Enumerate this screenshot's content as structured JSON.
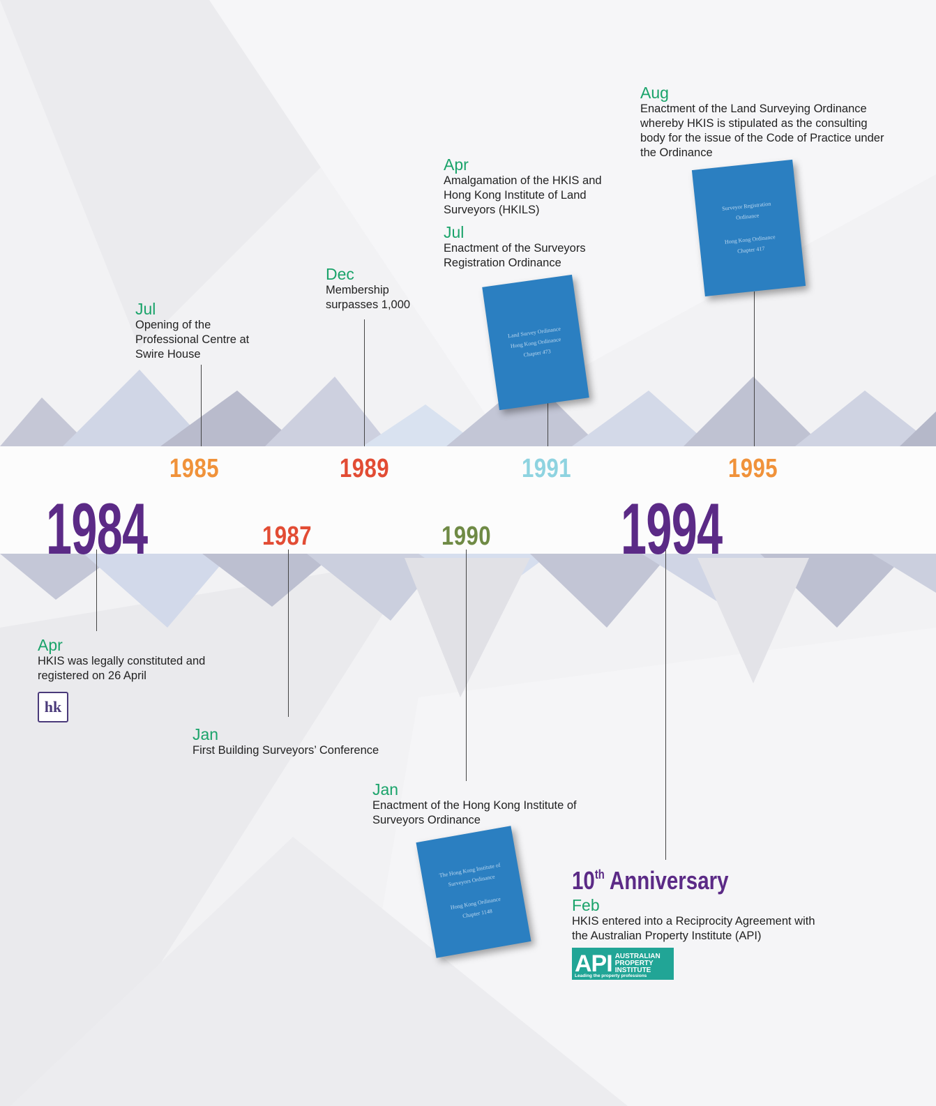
{
  "colors": {
    "purple": "#5b2a86",
    "orange": "#f0923a",
    "red": "#e24c34",
    "lightblue": "#8ed3e0",
    "olive": "#6f8a45",
    "green_month": "#1aa36a",
    "book_blue": "#2b7fc1"
  },
  "years": {
    "y1984": "1984",
    "y1985": "1985",
    "y1987": "1987",
    "y1989": "1989",
    "y1990": "1990",
    "y1991": "1991",
    "y1994": "1994",
    "y1995": "1995"
  },
  "events": {
    "e1984_apr": {
      "month": "Apr",
      "text": "HKIS was legally constituted and registered on 26 April"
    },
    "e1985_jul": {
      "month": "Jul",
      "text": "Opening of the Professional Centre at Swire House"
    },
    "e1987_jan": {
      "month": "Jan",
      "text": "First Building Surveyors’ Conference"
    },
    "e1989_dec": {
      "month": "Dec",
      "text": "Membership surpasses 1,000"
    },
    "e1990_jan": {
      "month": "Jan",
      "text": "Enactment of the Hong Kong Institute of Surveyors Ordinance"
    },
    "e1991_apr": {
      "month": "Apr",
      "text": "Amalgamation of the HKIS and Hong Kong Institute of Land Surveyors (HKILS)"
    },
    "e1991_jul": {
      "month": "Jul",
      "text": "Enactment of the Surveyors Registration Ordinance"
    },
    "e1994_feb": {
      "month": "Feb",
      "text": "HKIS entered into a Reciprocity Agreement with the Australian Property Institute (API)"
    },
    "e1995_aug": {
      "month": "Aug",
      "text": "Enactment of the Land Surveying Ordinance whereby HKIS is stipulated as the consulting body for the issue of the Code of Practice under the Ordinance"
    }
  },
  "anniversary": {
    "num": "10",
    "sup": "th",
    "label": "Anniversary"
  },
  "books": {
    "b1990": {
      "l1": "The Hong Kong Institute of",
      "l2": "Surveyors Ordinance",
      "l3": "Hong Kong Ordinance",
      "l4": "Chapter 1148"
    },
    "b1991": {
      "l1": "Land Survey Ordinance",
      "l2": "Hong Kong Ordinance",
      "l3": "Chapter 473"
    },
    "b1995": {
      "l1": "Surveyor Registration",
      "l2": "Ordinance",
      "l3": "Hong Kong Ordinance",
      "l4": "Chapter 417"
    }
  },
  "logos": {
    "hkis": "hk",
    "api_main": "API",
    "api_side1": "AUSTRALIAN",
    "api_side2": "PROPERTY",
    "api_side3": "INSTITUTE",
    "api_tagline": "Leading the property professions"
  }
}
